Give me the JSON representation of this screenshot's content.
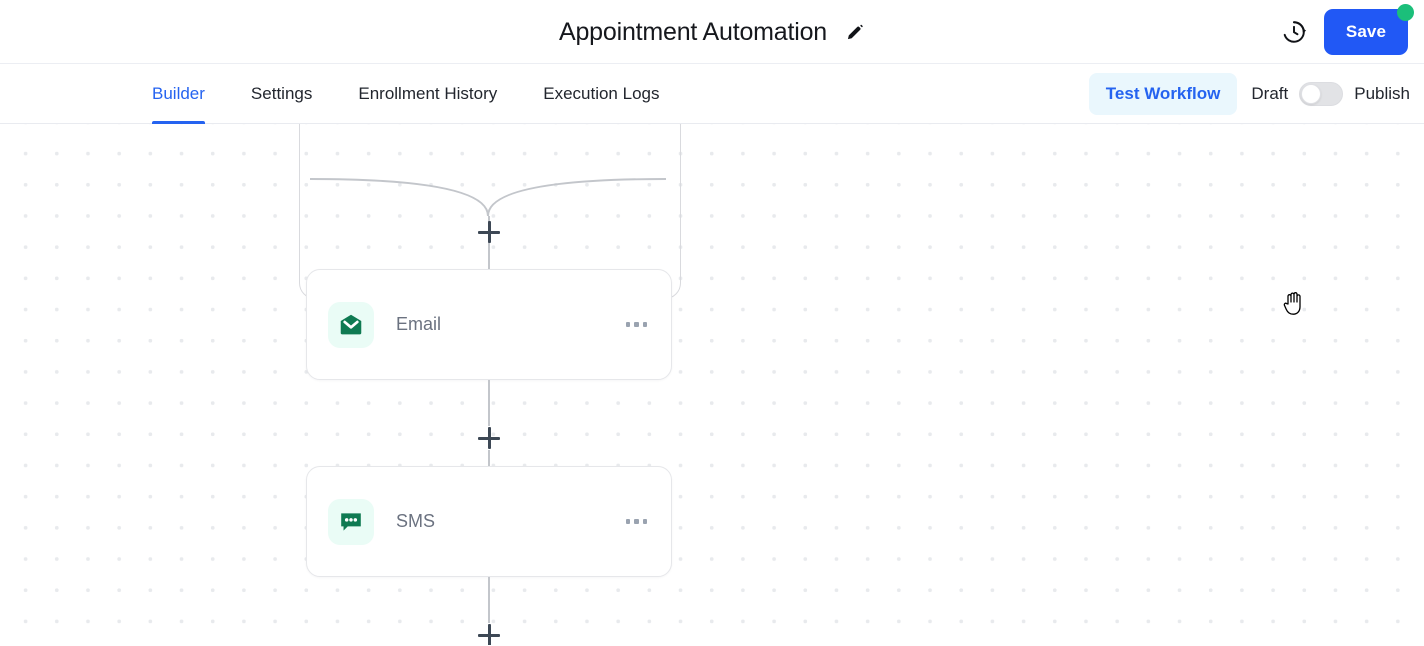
{
  "header": {
    "title": "Appointment Automation",
    "edit_icon": "pencil-icon",
    "history_icon": "clock-history-icon",
    "save_label": "Save",
    "save_badge_color": "#1bbf7a",
    "save_bg_color": "#2158f5"
  },
  "tabs": [
    {
      "label": "Builder",
      "active": true
    },
    {
      "label": "Settings",
      "active": false
    },
    {
      "label": "Enrollment History",
      "active": false
    },
    {
      "label": "Execution Logs",
      "active": false
    }
  ],
  "tabbar_right": {
    "test_workflow_label": "Test Workflow",
    "test_workflow_color": "#2563f0",
    "draft_label": "Draft",
    "publish_label": "Publish",
    "toggle_state": "draft"
  },
  "canvas": {
    "grid": "dotted",
    "grid_dot_color": "#e8eaed",
    "nodes": [
      {
        "id": "email",
        "label": "Email",
        "icon": "envelope-icon",
        "icon_color": "#0f7a52",
        "icon_bg": "#eafcf6",
        "menu_icon": "kebab-menu-icon"
      },
      {
        "id": "sms",
        "label": "SMS",
        "icon": "chat-bubble-icon",
        "icon_color": "#0f7a52",
        "icon_bg": "#eafcf6",
        "menu_icon": "kebab-menu-icon"
      }
    ],
    "add_buttons": [
      {
        "id": "add-above-email",
        "icon": "plus-icon"
      },
      {
        "id": "add-between-email-sms",
        "icon": "plus-icon"
      },
      {
        "id": "add-below-sms",
        "icon": "plus-icon"
      }
    ],
    "cursor": "grab-hand-cursor"
  }
}
